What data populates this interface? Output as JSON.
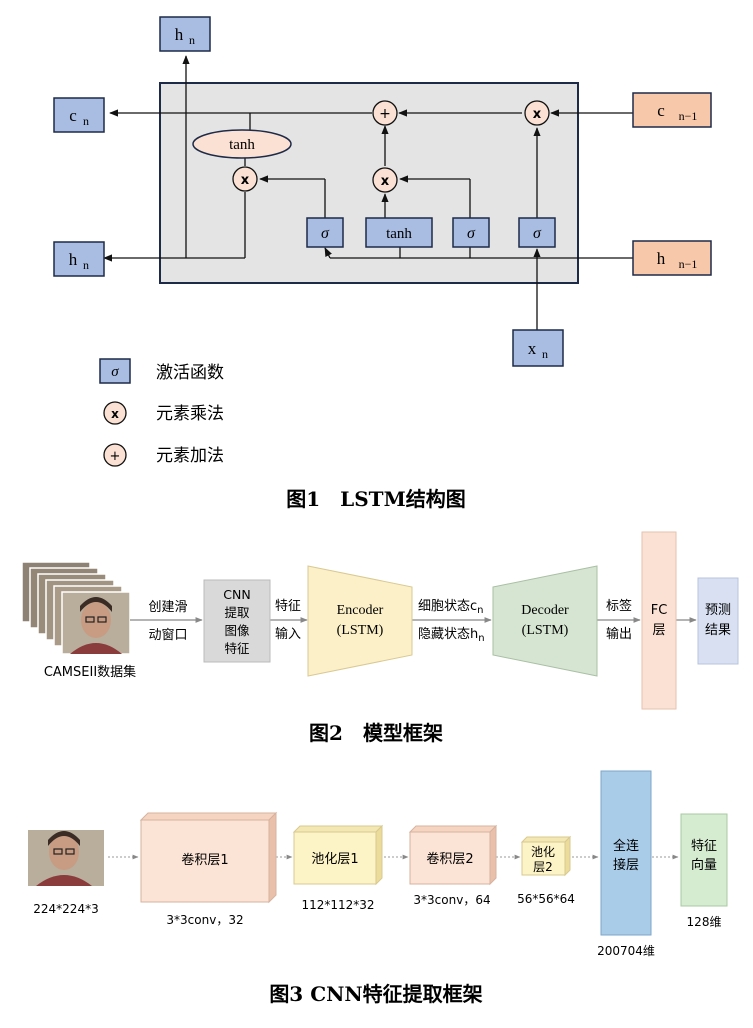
{
  "fig1": {
    "labels": {
      "h_top": "h",
      "h_top_sub": "n",
      "c_out": "c",
      "c_out_sub": "n",
      "h_out": "h",
      "h_out_sub": "n",
      "c_prev": "c",
      "c_prev_sub": "n−1",
      "h_prev": "h",
      "h_prev_sub": "n−1",
      "x_in": "x",
      "x_in_sub": "n",
      "tanh_top": "tanh",
      "tanh_box": "tanh",
      "sigma": "σ",
      "plus": "+",
      "times": "x"
    },
    "legend": [
      {
        "symbol": "σ",
        "text": "激活函数"
      },
      {
        "symbol": "x",
        "text": "元素乘法"
      },
      {
        "symbol": "+",
        "text": "元素加法"
      }
    ],
    "caption": "图1　LSTM结构图"
  },
  "fig2": {
    "dataset_label": "CAMSEII数据集",
    "sliding_line1": "创建滑",
    "sliding_line2": "动窗口",
    "cnn_lines": [
      "CNN",
      "提取",
      "图像",
      "特征"
    ],
    "feature_line1": "特征",
    "feature_line2": "输入",
    "encoder_line1": "Encoder",
    "encoder_line2": "(LSTM)",
    "cell_state": "细胞状态c",
    "cell_state_sub": "n",
    "hidden_state": "隐藏状态h",
    "hidden_state_sub": "n",
    "decoder_line1": "Decoder",
    "decoder_line2": "(LSTM)",
    "label_line1": "标签",
    "label_line2": "输出",
    "fc_line1": "FC",
    "fc_line2": "层",
    "result_line1": "预测",
    "result_line2": "结果",
    "caption": "图2　模型框架"
  },
  "fig3": {
    "input_size": "224*224*3",
    "conv1": "卷积层1",
    "conv1_spec": "3*3conv，32",
    "pool1": "池化层1",
    "pool1_size": "112*112*32",
    "conv2": "卷积层2",
    "conv2_spec": "3*3conv，64",
    "pool2_line1": "池化",
    "pool2_line2": "层2",
    "pool2_size": "56*56*64",
    "fc_line1": "全连",
    "fc_line2": "接层",
    "fc_size": "200704维",
    "feat_line1": "特征",
    "feat_line2": "向量",
    "feat_size": "128维",
    "caption": "图3 CNN特征提取框架"
  },
  "colors": {
    "node_blue": "#a9bde3",
    "node_peach": "#f7c9aa",
    "cell_bg": "#e4e4e4",
    "encoder": "#fbf0c8",
    "decoder": "#d5e5d1",
    "fc": "#fbe1d3",
    "result": "#d8e0f2",
    "conv": "#fbe3d5",
    "pool": "#fcf3c6",
    "dense": "#a9cce8",
    "feature": "#d5ecd1"
  }
}
